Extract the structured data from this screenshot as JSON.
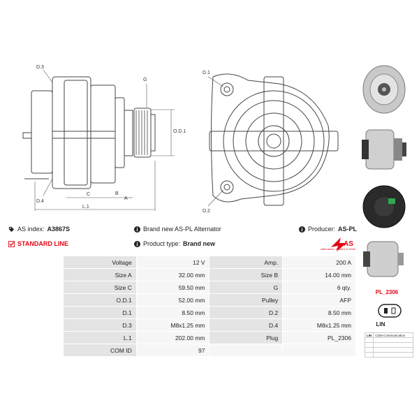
{
  "dimension_labels": {
    "d3": "D.3",
    "d4": "D.4",
    "g": "G",
    "od1": "O.D.1",
    "c": "C",
    "b": "B",
    "a": "A",
    "l1": "L.1",
    "d1": "D.1",
    "d2": "D.2"
  },
  "info": {
    "as_index_label": "AS index:",
    "as_index_value": "A3867S",
    "brand_text": "Brand new AS-PL Alternator",
    "producer_label": "Producer:",
    "producer_value": "AS-PL",
    "standard_line": "STANDARD LINE",
    "product_type_label": "Product type:",
    "product_type_value": "Brand new"
  },
  "logo": {
    "text": "AS",
    "subtitle": "Alternators, Starters & Parts"
  },
  "specs": [
    [
      "Voltage",
      "12 V",
      "Amp.",
      "200 A"
    ],
    [
      "Size A",
      "32.00 mm",
      "Size B",
      "14.00 mm"
    ],
    [
      "Size C",
      "59.50 mm",
      "G",
      "6 qty."
    ],
    [
      "O.D.1",
      "52.00 mm",
      "Pulley",
      "AFP"
    ],
    [
      "D.1",
      "8.50 mm",
      "D.2",
      "8.50 mm"
    ],
    [
      "D.3",
      "M8x1.25 mm",
      "D.4",
      "M8x1.25 mm"
    ],
    [
      "L.1",
      "202.00 mm",
      "Plug",
      "PL_2306"
    ],
    [
      "COM ID",
      "97",
      "",
      ""
    ]
  ],
  "plug": {
    "title": "PL_2306",
    "label": "LIN",
    "rows": [
      [
        "LIN",
        "COM Communication"
      ],
      [
        "",
        ""
      ],
      [
        "",
        ""
      ],
      [
        "",
        ""
      ],
      [
        "",
        ""
      ]
    ]
  },
  "colors": {
    "accent": "#e30613",
    "label_bg": "#e4e4e4",
    "value_bg": "#f6f6f6"
  }
}
